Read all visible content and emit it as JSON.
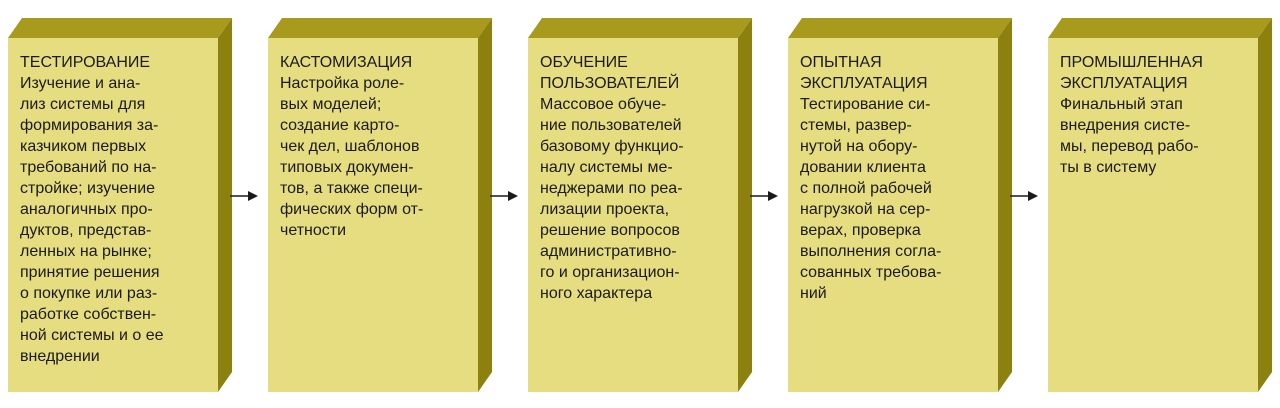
{
  "colors": {
    "front": "#e6dc80",
    "top": "#a89a1c",
    "side": "#8c800f",
    "text": "#1a1a1a",
    "arrow": "#1a1a1a"
  },
  "stages": [
    {
      "title": "ТЕСТИРОВАНИЕ",
      "text": "Изучение и ана-\nлиз системы для\nформирования за-\nказчиком первых\nтребований по на-\nстройке; изучение\nаналогичных про-\nдуктов, представ-\nленных на рынке;\nпринятие решения\nо покупке или раз-\nработке собствен-\nной системы и о ее\nвнедрении"
    },
    {
      "title": "КАСТОМИЗАЦИЯ",
      "text": "Настройка роле-\nвых моделей;\nсоздание карто-\nчек дел, шаблонов\nтиповых докумен-\nтов, а также специ-\nфических форм от-\nчетности"
    },
    {
      "title": "ОБУЧЕНИЕ\nПОЛЬЗОВАТЕЛЕЙ",
      "text": "Массовое обуче-\nние пользователей\nбазовому функцио-\nналу системы ме-\nнеджерами по реа-\nлизации проекта,\nрешение вопросов\nадминистративно-\nго и организацион-\nного характера"
    },
    {
      "title": "ОПЫТНАЯ\nЭКСПЛУАТАЦИЯ",
      "text": "Тестирование си-\nстемы, развер-\nнутой на обору-\nдовании клиента\nс полной рабочей\nнагрузкой на сер-\nверах, проверка\nвыполнения согла-\nсованных требова-\nний"
    },
    {
      "title": "ПРОМЫШЛЕННАЯ\nЭКСПЛУАТАЦИЯ",
      "text": "Финальный этап\nвнедрения систе-\nмы, перевод рабо-\nты в систему"
    }
  ]
}
